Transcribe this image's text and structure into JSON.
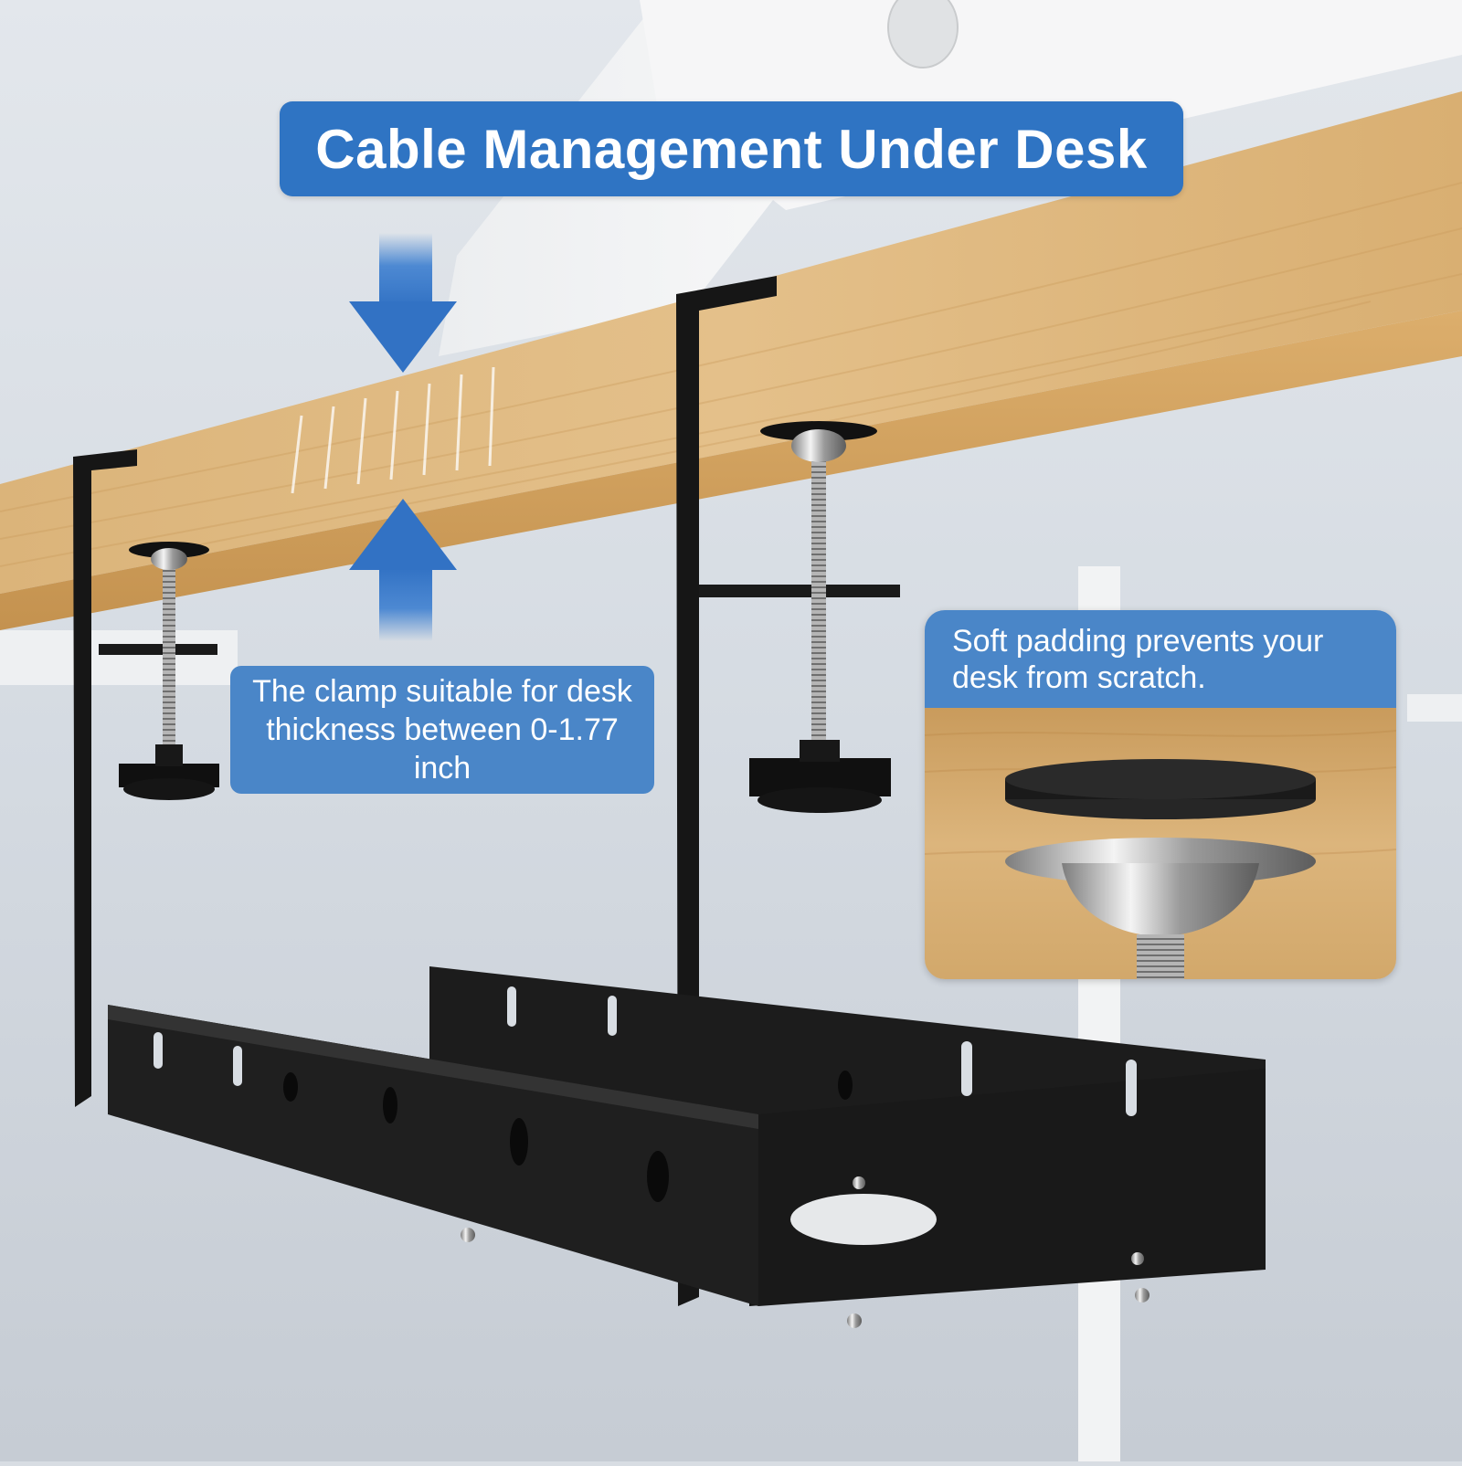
{
  "banner": {
    "title": "Cable Management Under Desk"
  },
  "callouts": {
    "clamp_text": "The clamp suitable for desk thickness between 0-1.77 inch",
    "padding_text": "Soft padding prevents your desk from scratch."
  },
  "colors": {
    "accent_blue": "#3a78c0",
    "callout_blue": "#4a86c8",
    "wood": "#d7ac6e",
    "metal_black": "#161616",
    "background": "#d8dde3"
  }
}
